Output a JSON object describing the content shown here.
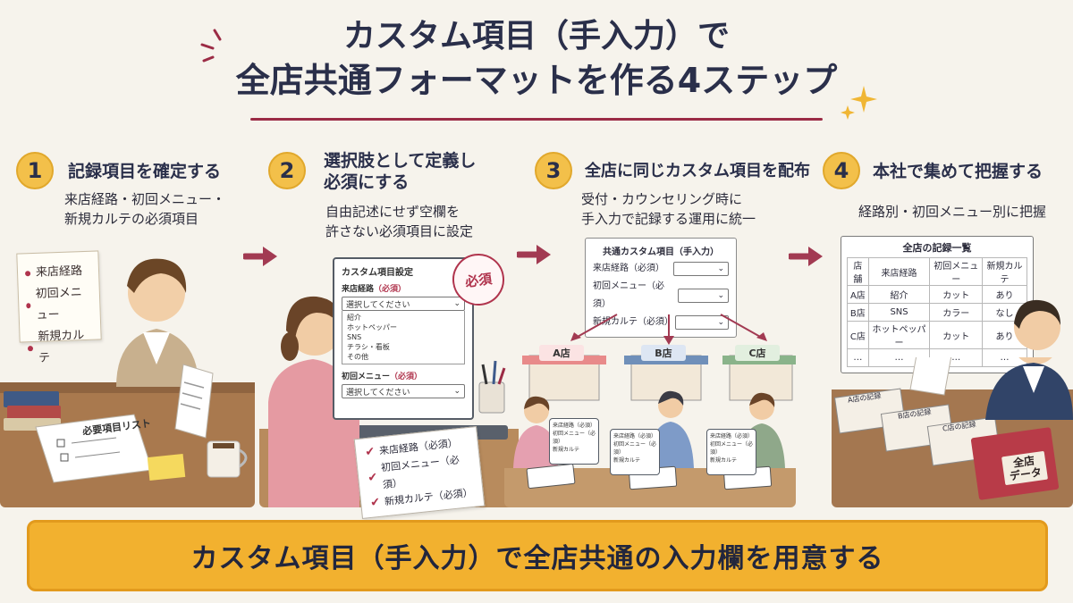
{
  "title": {
    "line1": "カスタム項目（手入力）で",
    "line2": "全店共通フォーマットを作る4ステップ"
  },
  "steps": [
    {
      "num": "1",
      "title": "記録項目を確定する",
      "desc": [
        "来店経路・初回メニュー・",
        "新規カルテの必須項目"
      ],
      "note_items": [
        "来店経路",
        "初回メニュー",
        "新規カルテ"
      ],
      "list_title": "必要項目リスト"
    },
    {
      "num": "2",
      "title": [
        "選択肢として定義し",
        "必須にする"
      ],
      "desc": [
        "自由記述にせず空欄を",
        "許さない必須項目に設定"
      ],
      "screen_title": "カスタム項目設定",
      "field1_label": "来店経路",
      "required_tag": "（必須）",
      "select_placeholder": "選択してください",
      "options": [
        "紹介",
        "ホットペッパー",
        "SNS",
        "チラシ・看板",
        "その他"
      ],
      "field2_label": "初回メニュー",
      "stamp": "必須",
      "checks": [
        "来店経路（必須）",
        "初回メニュー（必須）",
        "新規カルテ（必須）"
      ]
    },
    {
      "num": "3",
      "title": "全店に同じカスタム項目を配布",
      "desc": [
        "受付・カウンセリング時に",
        "手入力で記録する運用に統一"
      ],
      "card_title": "共通カスタム項目（手入力）",
      "fields": [
        "来店経路（必須）",
        "初回メニュー（必須）",
        "新規カルテ（必須）"
      ],
      "stores": [
        "A店",
        "B店",
        "C店"
      ],
      "mini_fields": [
        "来店経路（必須）",
        "初回メニュー（必須）",
        "新規カルテ"
      ]
    },
    {
      "num": "4",
      "title": "本社で集めて把握する",
      "desc": [
        "経路別・初回メニュー別に把握"
      ],
      "board_title": "全店の記録一覧",
      "table": {
        "headers": [
          "店舗",
          "来店経路",
          "初回メニュー",
          "新規カルテ"
        ],
        "rows": [
          [
            "A店",
            "紹介",
            "カット",
            "あり"
          ],
          [
            "B店",
            "SNS",
            "カラー",
            "なし"
          ],
          [
            "C店",
            "ホットペッパー",
            "カット",
            "あり"
          ],
          [
            "…",
            "…",
            "…",
            "…"
          ]
        ]
      },
      "binder_labels": [
        "A店の記録",
        "B店の記録",
        "C店の記録"
      ],
      "book_label": [
        "全店",
        "データ"
      ]
    }
  ],
  "banner": "カスタム項目（手入力）で全店共通の入力欄を用意する",
  "colors": {
    "accent": "#9b2b45",
    "step_circle": "#f3c04a",
    "banner": "#f2b12f",
    "navy": "#2a2f4a"
  }
}
